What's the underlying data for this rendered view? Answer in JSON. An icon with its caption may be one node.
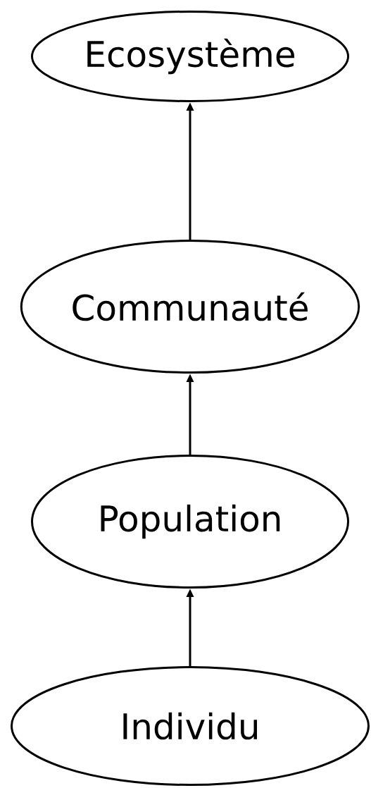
{
  "diagram": {
    "nodes": [
      {
        "text": [
          "Ecosystème"
        ]
      },
      {
        "text": [
          "Communauté"
        ]
      },
      {
        "text": [
          "Population"
        ]
      },
      {
        "text": [
          "Individu"
        ]
      }
    ],
    "edges": [
      {
        "from": 3,
        "to": 2,
        "arrow": "to"
      },
      {
        "from": 2,
        "to": 1,
        "arrow": "to"
      },
      {
        "from": 1,
        "to": 0,
        "arrow": "to"
      }
    ]
  }
}
